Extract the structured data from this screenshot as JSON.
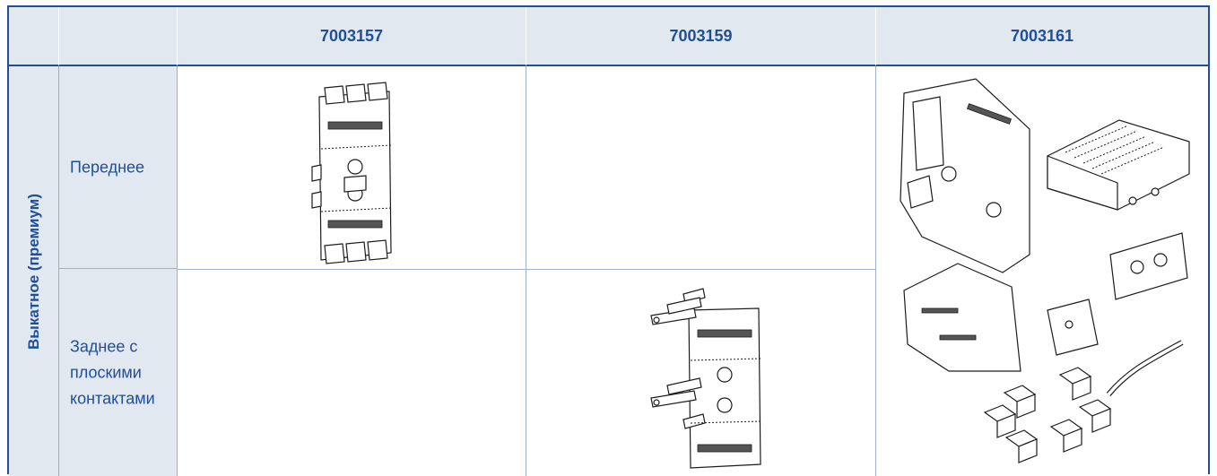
{
  "table": {
    "columns": [
      "",
      "",
      "7003157",
      "7003159",
      "7003161"
    ],
    "group_label": "Выкатное (премиум)",
    "rows": [
      {
        "label": "Переднее",
        "images": [
          "7003157-front-frame-drawing",
          "",
          "7003161-kit-drawing"
        ]
      },
      {
        "label": "Заднее с\nплоскими\nконтактами",
        "images": [
          "",
          "7003159-rear-flat-contacts-drawing",
          ""
        ]
      }
    ]
  },
  "colors": {
    "accent": "#1f4e9a",
    "header_bg": "#e2e8f0",
    "grid": "#9fb1d0"
  }
}
